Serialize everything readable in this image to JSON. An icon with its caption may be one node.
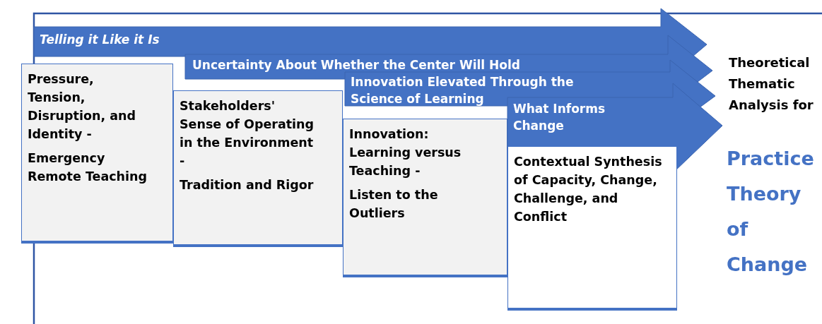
{
  "diagram": {
    "nodes": [
      {
        "text": [
          "Telling it Like it Is"
        ]
      },
      {
        "text": [
          "Pressure, Tension, Disruption, and Identity -",
          "Emergency Remote Teaching"
        ]
      },
      {
        "text": [
          "Uncertainty About Whether the Center Will Hold"
        ]
      },
      {
        "text": [
          "Stakeholders' Sense of Operating in the Environment -",
          "Tradition and Rigor"
        ]
      },
      {
        "text": [
          "Innovation Elevated Through the Science of Learning"
        ]
      },
      {
        "text": [
          "Innovation: Learning versus Teaching -",
          "Listen  to the Outliers"
        ]
      },
      {
        "text": [
          "What Informs Change"
        ]
      },
      {
        "text": [
          "Contextual Synthesis of Capacity, Change, Challenge, and Conflict"
        ]
      }
    ],
    "labels": [
      "Theoretical Thematic Analysis for",
      "Practice Theory of Change"
    ]
  }
}
